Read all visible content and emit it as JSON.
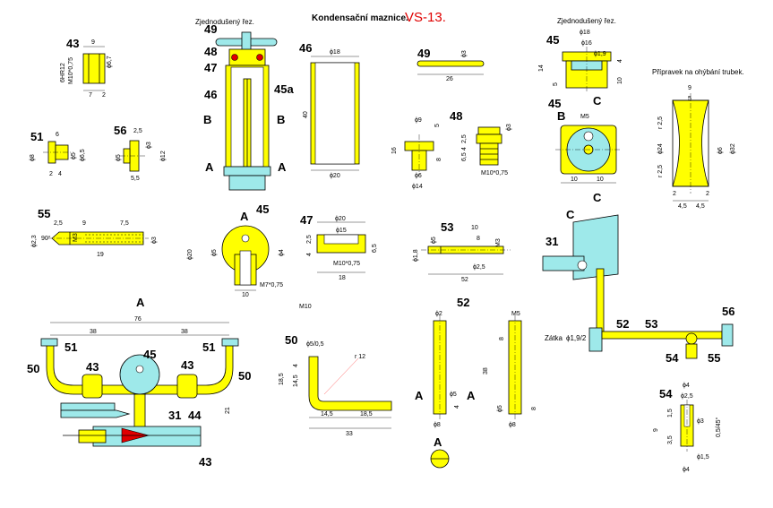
{
  "header": {
    "title": "Kondensační maznice.",
    "code": "VS-13.",
    "section_left": "Zjednodušený řez.",
    "section_right": "Zjednodušený řez."
  },
  "notes": {
    "bending_prep": "Přípravek na ohýbání trubek.",
    "plug": "Zátka",
    "plug_dim": "ϕ1,9/2",
    "m10": "M10",
    "m5_b": "M5",
    "m5_52": "M5",
    "m7": "M7*0,75",
    "m10_47": "M10*0,75",
    "m10_48": "M10*0,75",
    "m10_43": "M10*0,75",
    "m3_53": "M3",
    "m3_55": "M3",
    "thread_6hr": "6HR12"
  },
  "views": {
    "A1": "A",
    "A2": "A",
    "A_45": "A",
    "A_52l": "A",
    "A_52r": "A",
    "A_52b": "A",
    "A_pipe": "A",
    "B1": "B",
    "B2": "B",
    "B_45": "B",
    "C_top": "C",
    "C_bot": "C",
    "C_31": "C",
    "sec_45a": "45a"
  },
  "parts": {
    "p43a": "43",
    "p43b": "43",
    "p43c": "43",
    "p43d": "43",
    "p44": "44",
    "p45a": "45",
    "p45b": "45",
    "p45c": "45",
    "p45d": "45",
    "p46a": "46",
    "p46b": "46",
    "p47a": "47",
    "p47b": "47",
    "p48a": "48",
    "p48b": "48",
    "p49a": "49",
    "p49b": "49",
    "p50a": "50",
    "p50b": "50",
    "p50c": "50",
    "p51a": "51",
    "p51b": "51",
    "p51c": "51",
    "p52a": "52",
    "p52b": "52",
    "p53a": "53",
    "p53b": "53",
    "p54a": "54",
    "p54b": "54",
    "p55a": "55",
    "p55b": "55",
    "p56a": "56",
    "p56b": "56",
    "p31a": "31",
    "p31b": "31"
  },
  "dims": {
    "d43_9": "9",
    "d43_67": "ϕ6,7",
    "d43_7": "7",
    "d43_2": "2",
    "d43_m10": "M10*0,75",
    "d51_6": "6",
    "d51_8": "ϕ8",
    "d51_5": "ϕ5",
    "d51_65": "ϕ6,5",
    "d51_2": "2",
    "d51_4": "4",
    "d56_25": "2,5",
    "d56_5": "ϕ5",
    "d56_3": "ϕ3",
    "d56_12": "ϕ12",
    "d56_55": "5,5",
    "d55_25": "2,5",
    "d55_9": "9",
    "d55_75": "7,5",
    "d55_23": "ϕ2,3",
    "d55_90": "90°",
    "d55_3": "ϕ3",
    "d55_19": "19",
    "d46_18": "ϕ18",
    "d46_40": "40",
    "d46_20": "ϕ20",
    "d49_3": "ϕ3",
    "d49_26": "26",
    "d48_9": "ϕ9",
    "d48_5": "5",
    "d48_16": "16",
    "d48_8": "8",
    "d48_6": "ϕ6",
    "d48_14": "ϕ14",
    "d48_3": "ϕ3",
    "d48_25": "2,5",
    "d48_4": "4",
    "d48_65": "6,5",
    "d45_18": "ϕ18",
    "d45_16": "ϕ16",
    "d45_19": "ϕ1,9",
    "d45_14": "14",
    "d45_4": "4",
    "d45_5": "5",
    "d45_10": "10",
    "d45b_10a": "10",
    "d45b_10b": "10",
    "d45s_20": "ϕ20",
    "d45s_5": "ϕ5",
    "d45s_4": "ϕ4",
    "d45s_10": "10",
    "d47_20": "ϕ20",
    "d47_15": "ϕ15",
    "d47_25": "2,5",
    "d47_4": "4",
    "d47_65": "6,5",
    "d47_18": "18",
    "d53_10": "10",
    "d53_8": "8",
    "d53_5": "ϕ5",
    "d53_18": "ϕ1,8",
    "d53_25": "ϕ2,5",
    "d53_52": "52",
    "d55b_76": "76",
    "d55b_38a": "38",
    "d55b_38b": "38",
    "d55b_21": "21",
    "d50_5": "ϕ5/0,5",
    "d50_r12": "r 12",
    "d50_4": "4",
    "d50_185a": "18,5",
    "d50_145a": "14,5",
    "d50_145b": "14,5",
    "d50_185b": "18,5",
    "d50_33": "33",
    "d52_2": "ϕ2",
    "d52_5": "ϕ5",
    "d52_4": "4",
    "d52_8": "ϕ8",
    "d52_38": "38",
    "d52_8a": "8",
    "d52_8b": "8",
    "d52_5b": "ϕ5",
    "d52_8c": "ϕ8",
    "d54_4": "ϕ4",
    "d54_25": "ϕ2,5",
    "d54_3": "ϕ3",
    "d54_15": "1,5",
    "d54_35": "3,5",
    "d54_9": "9",
    "d54_45": "0,5/45°",
    "d54_15b": "ϕ1,5",
    "d54_4b": "ϕ4",
    "db_9": "9",
    "db_5": "5",
    "db_25a": "r 2,5",
    "db_25b": "r 2,5",
    "db_24": "ϕ24",
    "db_6": "ϕ6",
    "db_32": "ϕ32",
    "db_2a": "2",
    "db_2b": "2",
    "db_45a": "4,5",
    "db_45b": "4,5"
  }
}
